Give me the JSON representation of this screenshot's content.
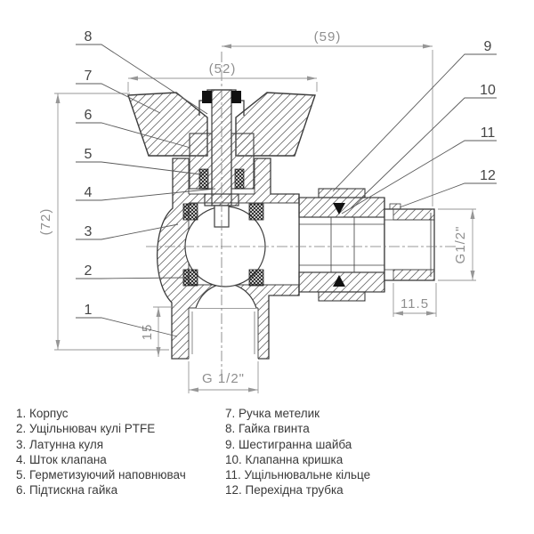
{
  "drawing": {
    "title": "angle-ball-valve-cross-section",
    "dimensions": {
      "width_59": "(59)",
      "handle_52": "(52)",
      "height_72": "(72)",
      "port_depth_15": "15",
      "thread_bottom": "G 1/2\"",
      "thread_right": "G1/2\"",
      "thread_len_115": "11.5"
    },
    "callouts": [
      "1",
      "2",
      "3",
      "4",
      "5",
      "6",
      "7",
      "8",
      "9",
      "10",
      "11",
      "12"
    ]
  },
  "legend": {
    "left": [
      "1. Корпус",
      "2. Ущільнювач кулі PTFE",
      "3. Латунна куля",
      "4. Шток клапана",
      "5. Герметизуючий наповнювач",
      "6. Підтискна гайка"
    ],
    "right": [
      "7. Ручка метелик",
      "8. Гайка гвинта",
      "9. Шестигранна шайба",
      "10. Клапанна кришка",
      "11. Ущільнювальне кільце",
      "12. Перехідна трубка"
    ]
  },
  "colors": {
    "background": "#ffffff",
    "part_line": "#3d3d3d",
    "hatch_line": "#6b6b6b",
    "dimension": "#8f8f8f",
    "callout": "#454545",
    "seal_black": "#111111"
  }
}
